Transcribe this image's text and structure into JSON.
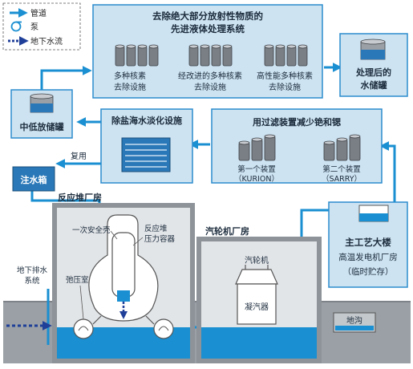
{
  "legend": {
    "pipe": "管道",
    "pump": "泵",
    "groundwater_flow": "地下水流"
  },
  "alps": {
    "title_line1": "去除绝大部分放射性物质的",
    "title_line2": "先进液体处理系统",
    "units": [
      {
        "line1": "多种核素",
        "line2": "去除设施"
      },
      {
        "line1": "经改进的多种核素",
        "line2": "去除设施"
      },
      {
        "line1": "高性能多种核素",
        "line2": "去除设施"
      }
    ]
  },
  "treated_tank": {
    "line1": "处理后的",
    "line2": "水储罐"
  },
  "low_level_tank": {
    "label": "中低放储罐"
  },
  "desalination": {
    "label": "除盐海水淡化设施"
  },
  "filtration": {
    "title": "用过滤装置减少铯和锶",
    "devices": [
      {
        "line1": "第一个装置",
        "line2": "（KURION）"
      },
      {
        "line1": "第二个装置",
        "line2": "（SARRY）"
      }
    ]
  },
  "reuse": "复用",
  "injection_tank": "注水箱",
  "reactor_building": {
    "title": "反应堆厂房",
    "containment": "一次安全壳",
    "vessel_line1": "反应堆",
    "vessel_line2": "压力容器",
    "suppression": "弛压室"
  },
  "turbine_building": {
    "title": "汽轮机厂房",
    "turbine": "汽轮机",
    "condenser": "凝汽器"
  },
  "main_building": {
    "line1": "主工艺大楼",
    "line2": "高温发电机厂房",
    "line3": "（临时贮存）"
  },
  "drainage": {
    "line1": "地下排水",
    "line2": "系统"
  },
  "trench": "地沟",
  "colors": {
    "pipe": "#1a8fd1",
    "box_fill": "#cde3f2",
    "box_stroke": "#2b8ccd",
    "water": "#1a8fd1",
    "ground": "#9aa0a5",
    "building_wall": "#b5bbc0",
    "legend_arrow": "#1f3f99"
  }
}
